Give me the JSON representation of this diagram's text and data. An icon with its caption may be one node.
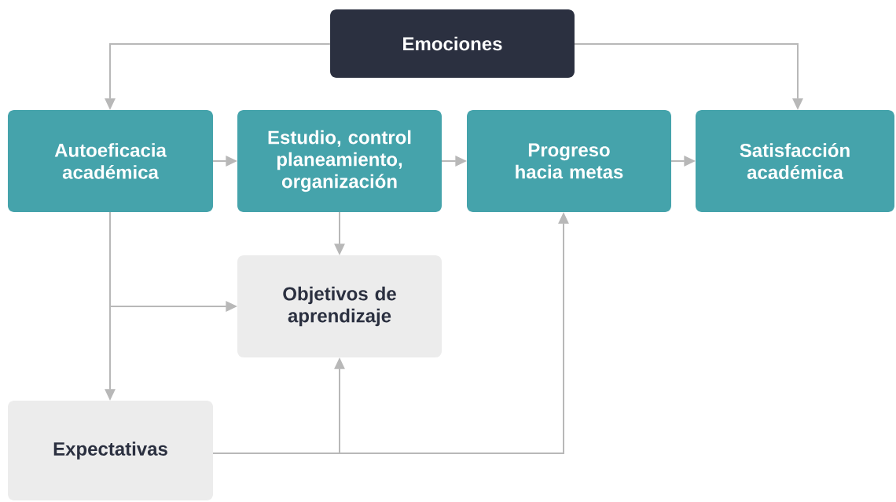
{
  "diagram": {
    "nodes": [
      {
        "text": [
          "Emociones"
        ]
      },
      {
        "text": [
          "Autoeficacia académica"
        ]
      },
      {
        "text": [
          "Estudio, control planeamiento, organización"
        ]
      },
      {
        "text": [
          "Progreso hacia metas"
        ]
      },
      {
        "text": [
          "Satisfacción académica"
        ]
      },
      {
        "text": [
          "Objetivos de aprendizaje"
        ]
      },
      {
        "text": [
          "Expectativas"
        ]
      }
    ],
    "edges": [
      {
        "from": 0,
        "to": 1,
        "arrow": "to"
      },
      {
        "from": 0,
        "to": 4,
        "arrow": "to"
      },
      {
        "from": 1,
        "to": 2,
        "arrow": "to"
      },
      {
        "from": 2,
        "to": 3,
        "arrow": "to"
      },
      {
        "from": 3,
        "to": 4,
        "arrow": "to"
      },
      {
        "from": 2,
        "to": 5,
        "arrow": "to"
      },
      {
        "from": 1,
        "to": 5,
        "arrow": "to"
      },
      {
        "from": 1,
        "to": 6,
        "arrow": "to"
      },
      {
        "from": 6,
        "to": 5,
        "arrow": "to"
      },
      {
        "from": 6,
        "to": 3,
        "arrow": "to"
      }
    ]
  }
}
